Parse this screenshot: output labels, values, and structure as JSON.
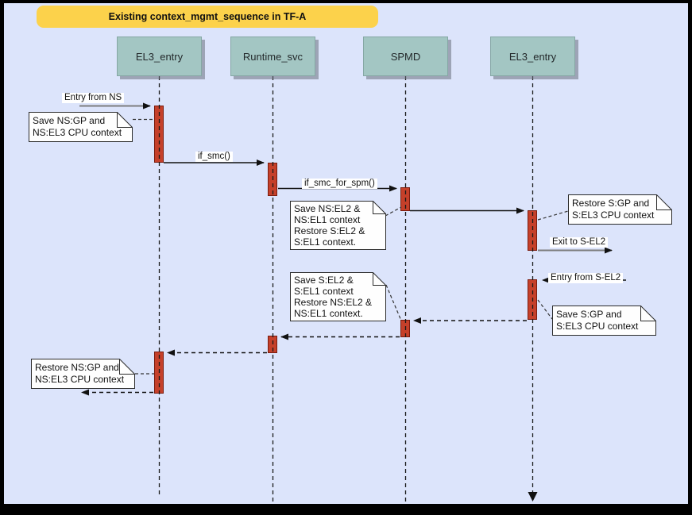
{
  "title": "Existing context_mgmt_sequence in TF-A",
  "lifelines": [
    {
      "label": "EL3_entry"
    },
    {
      "label": "Runtime_svc"
    },
    {
      "label": "SPMD"
    },
    {
      "label": "EL3_entry"
    }
  ],
  "messages": {
    "entry_from_ns": "Entry from NS",
    "if_smc": "if_smc()",
    "if_smc_for_spm": "if_smc_for_spm()",
    "exit_to_s_el2": "Exit to S-EL2",
    "entry_from_s_el2": "Entry from S-EL2"
  },
  "notes": {
    "save_ns_gp": "Save NS:GP and\nNS:EL3 CPU context",
    "save_ns_el2": "Save NS:EL2 &\nNS:EL1 context\nRestore S:EL2 &\nS:EL1 context.",
    "restore_s_gp": "Restore S:GP and\nS:EL3 CPU context",
    "save_s_el2": "Save S:EL2 &\nS:EL1 context\nRestore NS:EL2 &\nNS:EL1 context.",
    "save_s_gp": "Save S:GP and\nS:EL3 CPU context",
    "restore_ns_gp": "Restore NS:GP and\nNS:EL3 CPU context"
  },
  "colors": {
    "background": "#dce4fb",
    "frame": "#000000",
    "title_banner": "#fcd24b",
    "lifeline_header": "#a3c6c3",
    "activation_bar": "#c5402a",
    "activation_border": "#7a1c0e",
    "note_background": "#ffffff",
    "external_message": "#7d7d7d"
  }
}
